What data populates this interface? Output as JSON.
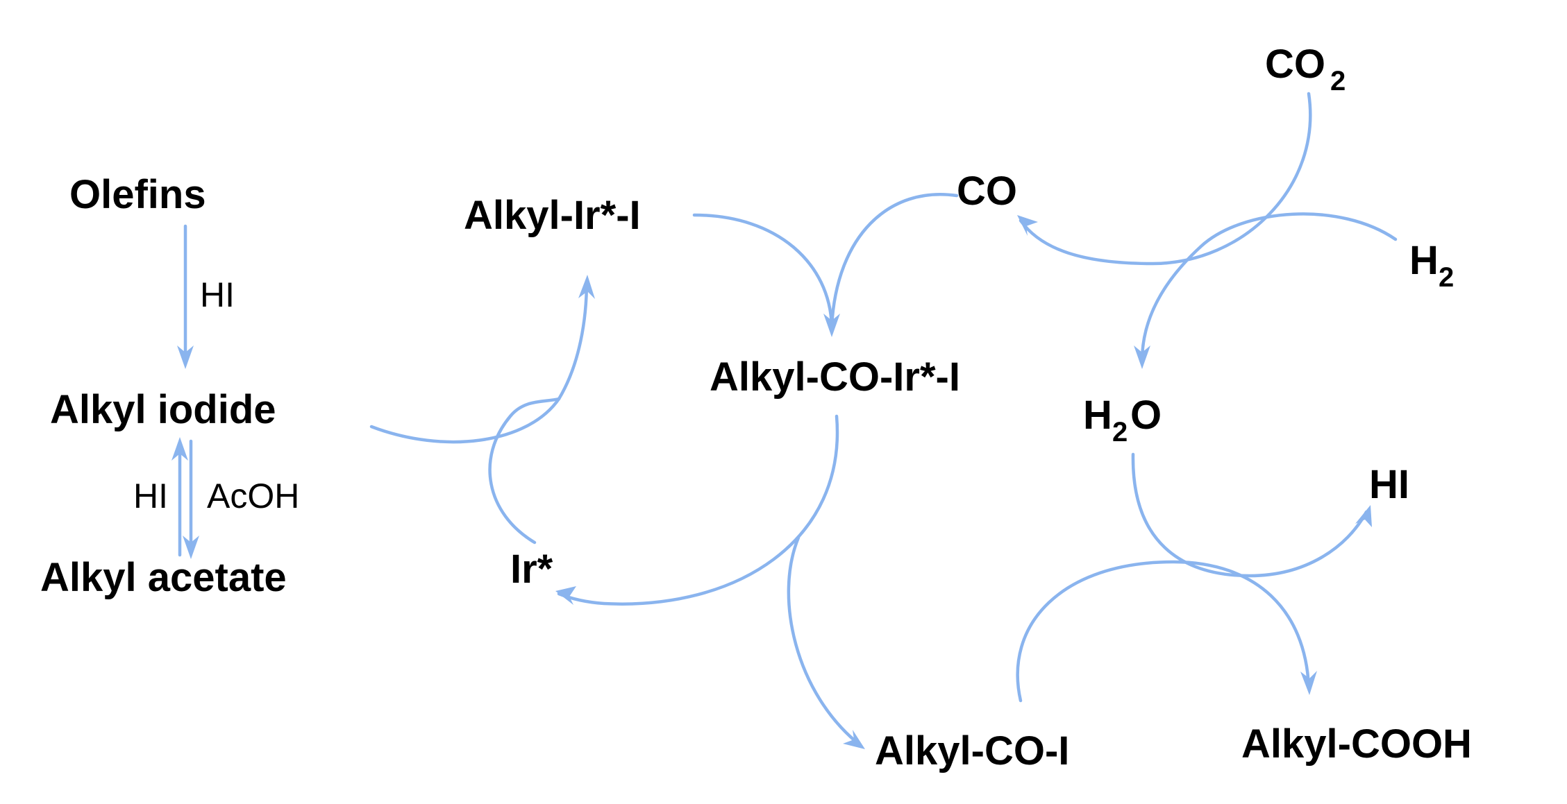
{
  "colors": {
    "arrow": "#8ab4ee",
    "text": "#000000",
    "background": "#ffffff"
  },
  "labels": {
    "olefins": "Olefins",
    "alkyl_iodide": "Alkyl iodide",
    "alkyl_acetate": "Alkyl acetate",
    "alkyl_ir_i": "Alkyl-Ir*-I",
    "ir_star": "Ir*",
    "alkyl_co_ir_i": "Alkyl-CO-Ir*-I",
    "alkyl_co_i": "Alkyl-CO-I",
    "co": "CO",
    "co2_main": "CO",
    "co2_sub": "2",
    "h2_main": "H",
    "h2_sub": "2",
    "h2o_h": "H",
    "h2o_sub": "2",
    "h2o_o": "O",
    "hi_product": "HI",
    "alkyl_cooh": "Alkyl-COOH"
  },
  "reagents": {
    "hi_step1": "HI",
    "hi_eq": "HI",
    "acoh_eq": "AcOH"
  }
}
